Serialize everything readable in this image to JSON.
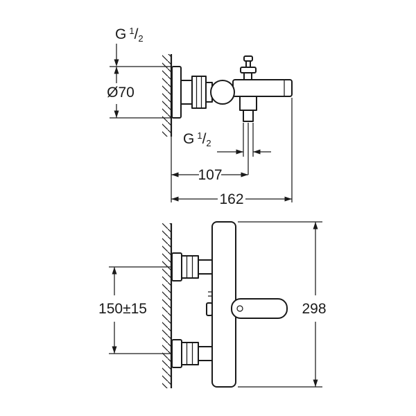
{
  "drawing": {
    "background": "#ffffff",
    "line_color": "#1a1a1a",
    "top_view": {
      "thread_wall": {
        "prefix": "G",
        "num": "1",
        "slash": "/",
        "den": "2"
      },
      "escutcheon_diameter": "Ø70",
      "thread_outlet": {
        "prefix": "G",
        "num": "1",
        "slash": "/",
        "den": "2"
      },
      "wall_to_outlet": "107",
      "wall_to_spout_end": "162"
    },
    "front_view": {
      "connection_spacing": "150±15",
      "total_height": "298"
    }
  }
}
